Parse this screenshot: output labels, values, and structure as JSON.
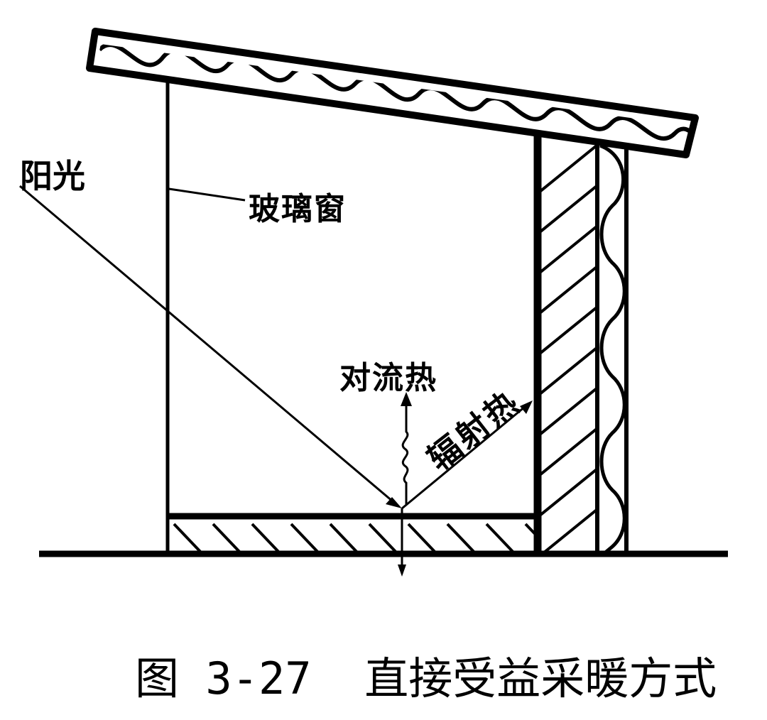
{
  "labels": {
    "sunlight": "阳光",
    "glass_window": "玻璃窗",
    "convective_heat": "对流热",
    "radiant_heat": "辐射热"
  },
  "caption": {
    "text": "图 3-27  直接受益采暖方式"
  }
}
